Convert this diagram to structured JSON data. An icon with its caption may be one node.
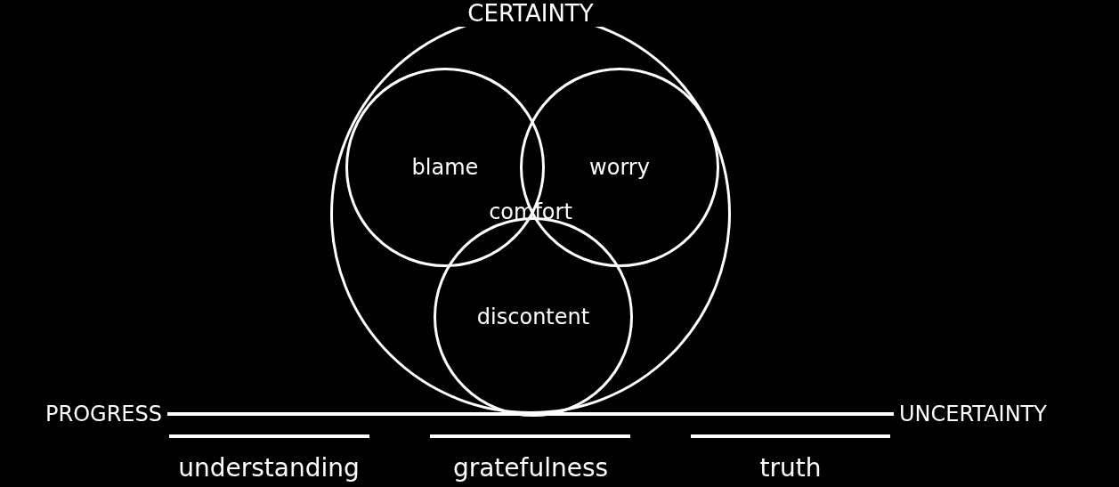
{
  "diagram": {
    "nodes": [
      {
        "text": [
          "CERTAINTY"
        ]
      },
      {
        "text": [
          "blame"
        ],
        "in": 0
      },
      {
        "text": [
          "worry"
        ],
        "in": 0
      },
      {
        "text": [
          "discontent"
        ],
        "in": 0
      },
      {
        "text": [
          "PROGRESS"
        ]
      },
      {
        "text": [
          "UNCERTAINTY"
        ]
      }
    ],
    "edges": [
      {
        "from": 4,
        "to": 5,
        "arrow": "none"
      }
    ],
    "labels": [
      "comfort",
      "understanding",
      "gratefulness",
      "truth"
    ]
  }
}
